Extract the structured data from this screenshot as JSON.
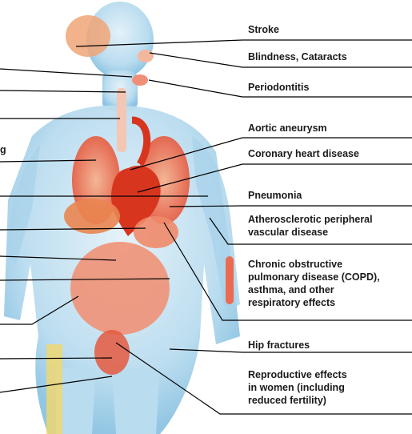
{
  "labels": [
    "Stroke",
    "Blindness, Cataracts",
    "Periodontitis",
    "Aortic aneurysm",
    "Coronary heart disease",
    "Pneumonia",
    "Atherosclerotic peripheral\nvascular disease",
    "Chronic obstructive\npulmonary disease (COPD),\nasthma, and other\nrespiratory effects",
    "Hip fractures",
    "Reproductive effects\nin women (including\nreduced fertility)"
  ],
  "left_fragment": "g",
  "colors": {
    "body_outline": "#6aaed6",
    "body_fill": "#cfe6f3",
    "organ": "#e8553a",
    "organ_light": "#f2a07a",
    "leader": "#000000"
  }
}
